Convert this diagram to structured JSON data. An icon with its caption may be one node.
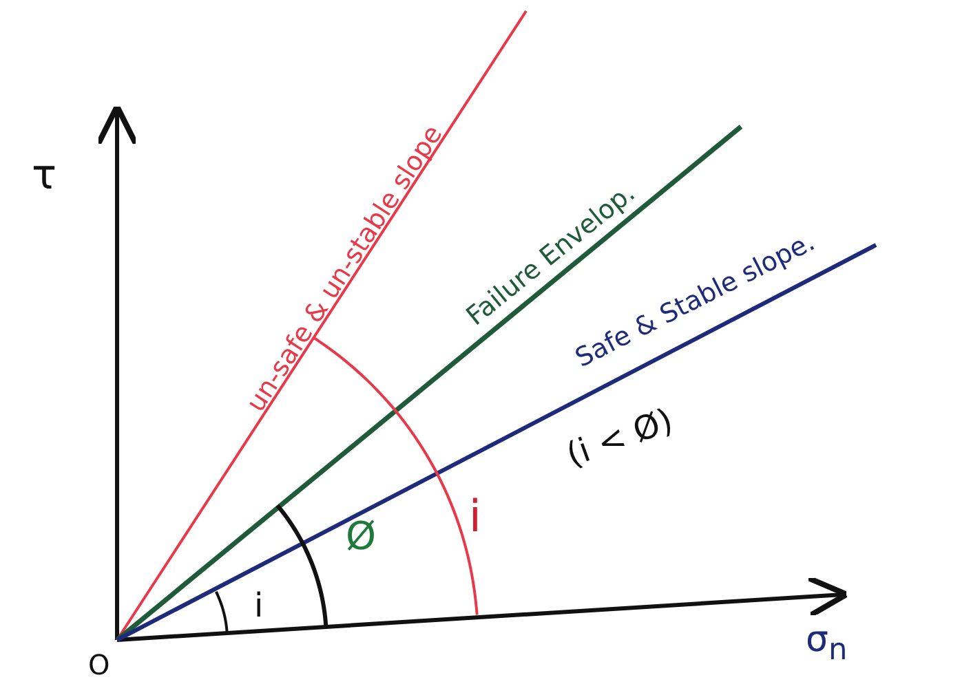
{
  "diagram": {
    "labels": [
      "un-safe & un-stable slope",
      "τ",
      "Failure Envelop.",
      "Safe & Stable slope.",
      "(i < Ø)",
      "i",
      "Ø",
      "i",
      "O",
      "σ$_{n}$"
    ]
  }
}
